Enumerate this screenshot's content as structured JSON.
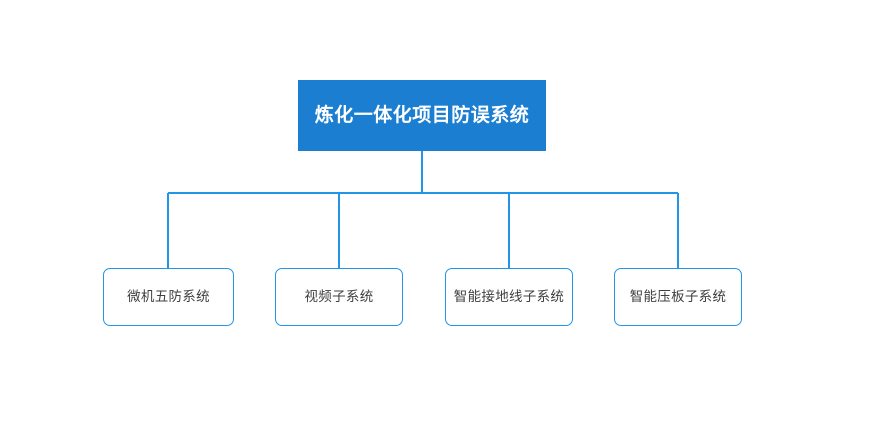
{
  "diagram": {
    "type": "org-chart",
    "background_color": "#ffffff",
    "line_color": "#2196e8",
    "root": {
      "label": "炼化一体化项目防误系统",
      "fill_color": "#1c7ed0",
      "text_color": "#ffffff"
    },
    "children": [
      {
        "label": "微机五防系统"
      },
      {
        "label": "视频子系统"
      },
      {
        "label": "智能接地线子系统"
      },
      {
        "label": "智能压板子系统"
      }
    ],
    "child_style": {
      "fill_color": "#ffffff",
      "border_color": "#2196e8",
      "text_color": "#3f3f3f"
    }
  }
}
